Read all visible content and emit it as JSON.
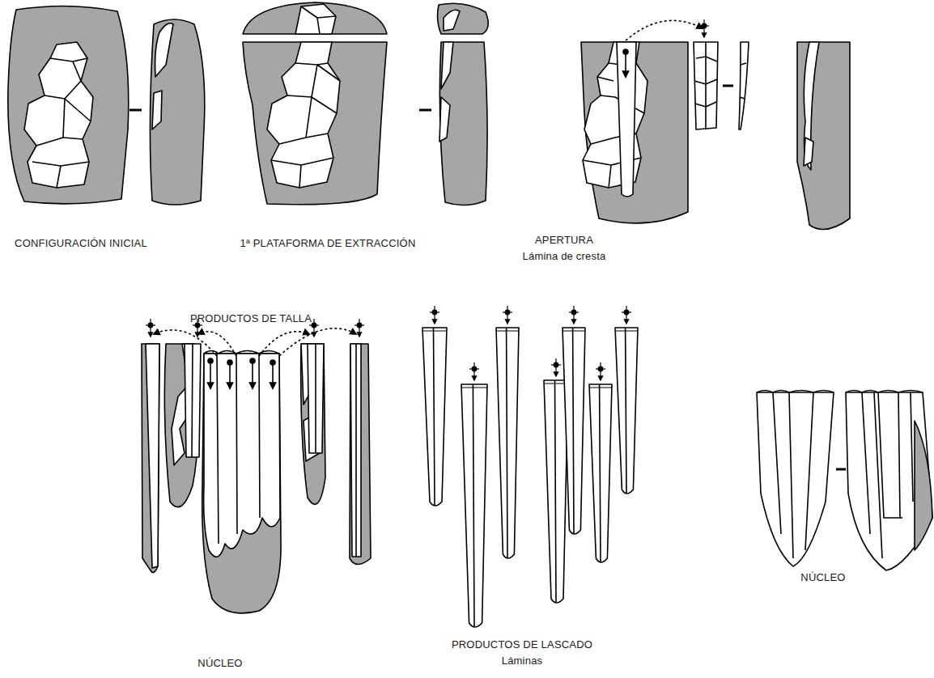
{
  "diagram": {
    "labels": [
      "CONFIGURACIÓN INICIAL",
      "1ª PLATAFORMA DE EXTRACCIÓN",
      "APERTURA",
      "Lámina de cresta",
      "PRODUCTOS DE TALLA",
      "NÚCLEO",
      "PRODUCTOS DE LASCADO",
      "Láminas",
      "NÚCLEO"
    ]
  }
}
